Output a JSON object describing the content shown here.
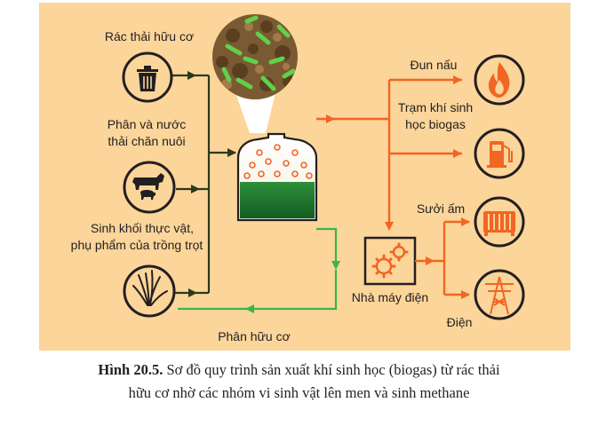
{
  "diagram": {
    "inputs": {
      "organic_waste": "Rác thải hữu cơ",
      "manure_line1": "Phân và nước",
      "manure_line2": "thải chăn nuôi",
      "biomass_line1": "Sinh khối thực vật,",
      "biomass_line2": "phụ phẩm của trồng trọt"
    },
    "outputs": {
      "cooking": "Đun nấu",
      "station_line1": "Trạm khí sinh",
      "station_line2": "học biogas",
      "heating": "Sưởi ấm",
      "power_plant": "Nhà máy điện",
      "electricity": "Điện",
      "organic_fertilizer": "Phân hữu cơ"
    },
    "colors": {
      "background": "#fbd59a",
      "icon_ring": "#231f20",
      "arrow_dark": "#2b3a1a",
      "arrow_orange": "#f26522",
      "arrow_green": "#39b54a",
      "tank_liquid": "#1e7a2e",
      "gas_bubble": "#f26522"
    }
  },
  "caption": {
    "label": "Hình 20.5.",
    "line1": " Sơ đồ quy trình sản xuất khí sinh học (biogas) từ rác thải",
    "line2": "hữu cơ nhờ các nhóm vi sinh vật lên men và sinh methane"
  }
}
